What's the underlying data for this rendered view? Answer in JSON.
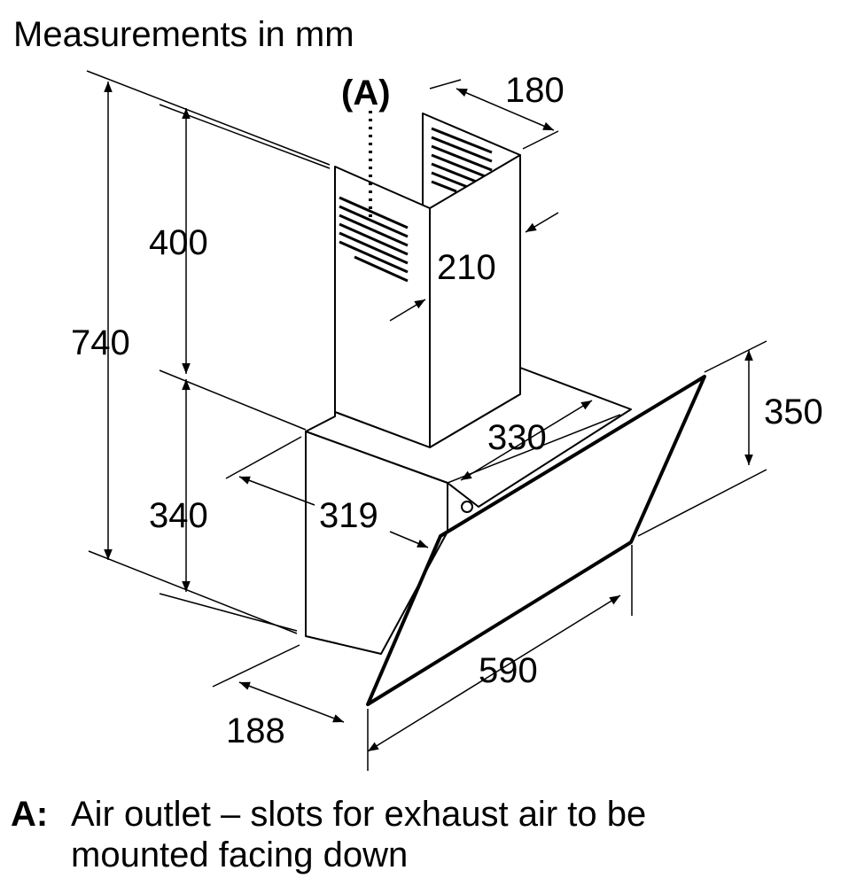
{
  "title": "Measurements in mm",
  "marker_label": "(A)",
  "dimensions": {
    "total_height": "740",
    "chimney_height": "400",
    "canopy_height": "340",
    "chimney_depth": "180",
    "chimney_width": "210",
    "glass_height": "350",
    "top_depth": "330",
    "body_depth": "319",
    "width": "590",
    "bottom_depth": "188"
  },
  "legend": {
    "key": "A:",
    "line1": "Air outlet – slots for exhaust air to be",
    "line2": "mounted facing down"
  }
}
